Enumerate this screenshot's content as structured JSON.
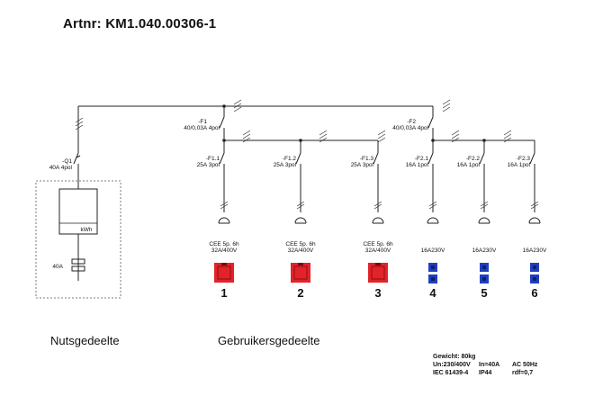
{
  "title": "Artnr: KM1.040.00306-1",
  "sections": {
    "left": "Nutsgedeelte",
    "right": "Gebruikersgedeelte"
  },
  "main": {
    "q1_name": "-Q1",
    "q1_rating": "40A 4pol",
    "meter_label": "kWh",
    "fuse_label": "40A"
  },
  "rcd": [
    {
      "name": "-F1",
      "rating": "40/0,03A 4pol"
    },
    {
      "name": "-F2",
      "rating": "40/0,03A 4pol"
    }
  ],
  "breakers": [
    {
      "name": "-F1.1",
      "rating": "25A 3pol"
    },
    {
      "name": "-F1.2",
      "rating": "25A 3pol"
    },
    {
      "name": "-F1.3",
      "rating": "25A 3pol"
    },
    {
      "name": "-F2.1",
      "rating": "16A 1pol"
    },
    {
      "name": "-F2.2",
      "rating": "16A 1pol"
    },
    {
      "name": "-F2.3",
      "rating": "16A 1pol"
    }
  ],
  "outlets": [
    {
      "line1": "CEE 5p. 6h",
      "line2": "32A/400V",
      "number": "1",
      "kind": "cee",
      "color": "#e2232a"
    },
    {
      "line1": "CEE 5p. 6h",
      "line2": "32A/400V",
      "number": "2",
      "kind": "cee",
      "color": "#e2232a"
    },
    {
      "line1": "CEE 5p. 6h",
      "line2": "32A/400V",
      "number": "3",
      "kind": "cee",
      "color": "#e2232a"
    },
    {
      "line1": "16A230V",
      "number": "4",
      "kind": "schuko",
      "color": "#1f3fbf"
    },
    {
      "line1": "16A230V",
      "number": "5",
      "kind": "schuko",
      "color": "#1f3fbf"
    },
    {
      "line1": "16A230V",
      "number": "6",
      "kind": "schuko",
      "color": "#1f3fbf"
    }
  ],
  "specs": {
    "weight": "Gewicht: 80kg",
    "voltage": "Un:230/400V",
    "current": "In=40A",
    "frequency": "AC 50Hz",
    "standard": "IEC 61439-4",
    "ip": "IP44",
    "rdf": "rdf=0,7"
  }
}
